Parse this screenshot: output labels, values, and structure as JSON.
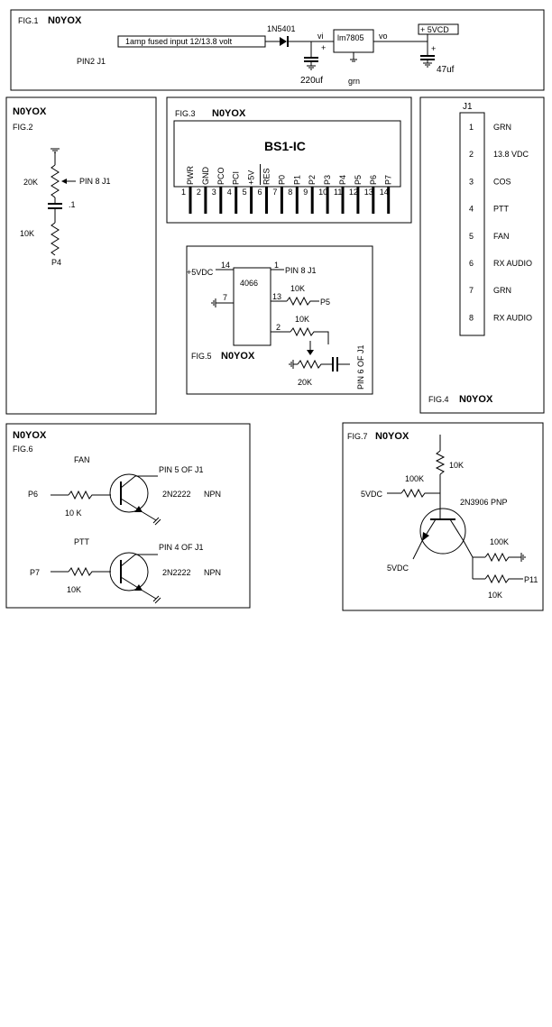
{
  "callsign": "N0YOX",
  "fig1": {
    "label": "FIG.1",
    "diode": "1N5401",
    "input_text": "1amp fused input 12/13.8 volt",
    "vi": "vi",
    "regulator": "lm7805",
    "vo": "vo",
    "output": "+ 5VCD",
    "pin_label": "PIN2 J1",
    "cap1": "220uf",
    "cap2": "47uf",
    "ground": "grn",
    "plus": "+"
  },
  "fig2": {
    "label": "FIG.2",
    "r1": "20K",
    "wiper": "PIN 8 J1",
    "cap": ".1",
    "r2": "10K",
    "port": "P4"
  },
  "fig3": {
    "label": "FIG.3",
    "chip": "BS1-IC",
    "pin_names": [
      "PWR",
      "GND",
      "PCO",
      "PCI",
      "+5V",
      "RES",
      "P0",
      "P1",
      "P2",
      "P3",
      "P4",
      "P5",
      "P6",
      "P7"
    ],
    "pin_numbers": [
      "1",
      "2",
      "3",
      "4",
      "5",
      "6",
      "7",
      "8",
      "9",
      "10",
      "11",
      "12",
      "13",
      "14"
    ]
  },
  "fig4": {
    "label": "FIG.4",
    "connector": "J1",
    "pins": [
      {
        "num": "1",
        "name": "GRN"
      },
      {
        "num": "2",
        "name": "13.8 VDC"
      },
      {
        "num": "3",
        "name": "COS"
      },
      {
        "num": "4",
        "name": "PTT"
      },
      {
        "num": "5",
        "name": "FAN"
      },
      {
        "num": "6",
        "name": "RX AUDIO"
      },
      {
        "num": "7",
        "name": "GRN"
      },
      {
        "num": "8",
        "name": "RX AUDIO"
      }
    ]
  },
  "fig5": {
    "label": "FIG.5",
    "chip": "4066",
    "vcc": "+5VDC",
    "pin14": "14",
    "pin1": "1",
    "pin8_label": "PIN 8 J1",
    "pin7": "7",
    "pin13": "13",
    "r1": "10K",
    "p5": "P5",
    "pin2": "2",
    "r2": "10K",
    "pot": "20K",
    "output": "PIN 6 OF J1"
  },
  "fig6": {
    "label": "FIG.6",
    "fan": "FAN",
    "fan_pin": "PIN 5 OF J1",
    "p6": "P6",
    "r1": "10 K",
    "t1": "2N2222",
    "npn1": "NPN",
    "ptt": "PTT",
    "ptt_pin": "PIN 4 OF J1",
    "p7": "P7",
    "r2": "10K",
    "t2": "2N2222",
    "npn2": "NPN"
  },
  "fig7": {
    "label": "FIG.7",
    "r_top": "10K",
    "r_base": "100K",
    "vdc_base": "5VDC",
    "transistor": "2N3906 PNP",
    "r_gnd": "100K",
    "vdc_emitter": "5VDC",
    "p11": "P11",
    "r_p11": "10K"
  }
}
